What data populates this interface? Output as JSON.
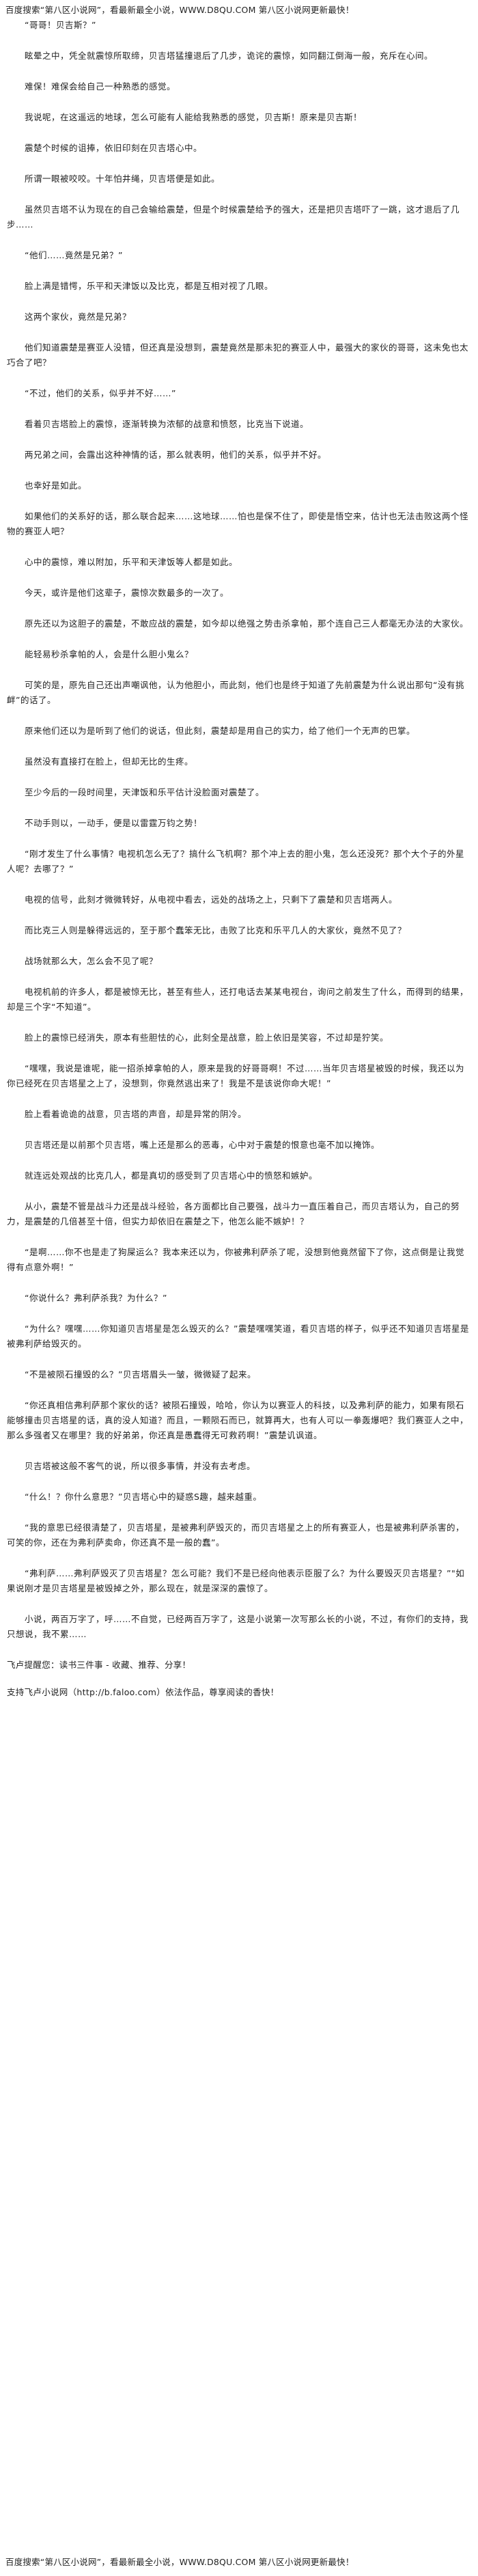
{
  "header_banner": "百度搜索“第八区小说网”，看最新最全小说，WWW.D8QU.COM 第八区小说网更新最快！",
  "paragraphs": [
    "“哥哥！贝吉斯？”",
    "眩晕之中，凭全就震惊所取缔，贝吉塔猛撞退后了几步，诡诧的震惊，如同翻江倒海一般，充斥在心间。",
    "难保！难保会给自己一种熟悉的感觉。",
    "我说呢，在这遥远的地球，怎么可能有人能给我熟悉的感觉，贝吉斯！原来是贝吉斯！",
    "震楚个时候的诅捧，依旧印刻在贝吉塔心中。",
    "所谓一眼被咬咬。十年怕井绳，贝吉塔便是如此。",
    "虽然贝吉塔不认为现在的自己会输给震楚，但是个时候震楚给予的强大，还是把贝吉塔吓了一跳，这才退后了几步……",
    "“他们……竟然是兄弟？”",
    "脸上满是错愕，乐平和天津饭以及比克，都是互相对视了几眼。",
    "这两个家伙，竟然是兄弟？",
    "他们知道震楚是赛亚人没错，但还真是没想到，震楚竟然是那未犯的赛亚人中，最强大的家伙的哥哥，这未免也太巧合了吧？",
    "“不过，他们的关系，似乎并不好……”",
    "看着贝吉塔脸上的震惊，逐渐转换为浓郁的战意和愤怒，比克当下说道。",
    "两兄弟之间，会露出这种神情的话，那么就表明，他们的关系，似乎并不好。",
    "也幸好是如此。",
    "如果他们的关系好的话，那么联合起来……这地球……怕也是保不住了，即使是悟空来，估计也无法击败这两个怪物的赛亚人吧？",
    "心中的震惊，难以附加，乐平和天津饭等人都是如此。",
    "今天，或许是他们这辈子，震惊次数最多的一次了。",
    "原先还以为这胆子的震楚，不敢应战的震楚，如今却以绝强之势击杀拿帕，那个连自己三人都毫无办法的大家伙。",
    "能轻易秒杀拿帕的人，会是什么胆小鬼么？",
    "可笑的是，原先自己还出声嘲讽他，认为他胆小，而此刻，他们也是终于知道了先前震楚为什么说出那句“没有挑衅”的话了。",
    "原来他们还以为是听到了他们的说话，但此刻，震楚却是用自己的实力，给了他们一个无声的巴掌。",
    "虽然没有直接打在脸上，但却无比的生疼。",
    "至少今后的一段时间里，天津饭和乐平估计没脸面对震楚了。",
    "不动手则以，一动手，便是以雷霆万钧之势！",
    "“刚才发生了什么事情？电视机怎么无了？搞什么飞机啊？那个冲上去的胆小鬼，怎么还没死？那个大个子的外星人呢？去哪了？”",
    "电视的信号，此刻才微微转好，从电视中看去，远处的战场之上，只剩下了震楚和贝吉塔两人。",
    "而比克三人则是躲得远远的，至于那个蠢笨无比，击败了比克和乐平几人的大家伙，竟然不见了？",
    "战场就那么大，怎么会不见了呢？",
    "电视机前的许多人，都是被惊无比，甚至有些人，还打电话去某某电视台，询问之前发生了什么，而得到的结果，却是三个字“不知道”。",
    "脸上的震惊已经消失，原本有些胆怯的心，此刻全是战意，脸上依旧是笑容，不过却是狞笑。",
    "“嘿嘿，我说是谁呢，能一招杀掉拿帕的人，原来是我的好哥哥啊！不过……当年贝吉塔星被毁的时候，我还以为你已经死在贝吉塔星之上了，没想到，你竟然逃出来了！我是不是该说你命大呢！”",
    "脸上看着诡诡的战意，贝吉塔的声音，却是异常的阴冷。",
    "贝吉塔还是以前那个贝吉塔，嘴上还是那么的恶毒，心中对于震楚的恨意也毫不加以掩饰。",
    "就连远处观战的比克几人，都是真切的感受到了贝吉塔心中的愤怒和嫉妒。",
    "从小，震楚不管是战斗力还是战斗经验，各方面都比自己要强，战斗力一直压着自己，而贝吉塔认为，自己的努力，是震楚的几倍甚至十倍，但实力却依旧在震楚之下，他怎么能不嫉妒！？",
    "“是啊……你不也是走了狗屎运么？我本来还以为，你被弗利萨杀了呢，没想到他竟然留下了你，这点倒是让我觉得有点意外啊！”",
    "“你说什么？弗利萨杀我？为什么？”",
    "“为什么？嘿嘿……你知道贝吉塔星是怎么毁灭的么？”震楚嘿嘿笑道，看贝吉塔的样子，似乎还不知道贝吉塔星是被弗利萨给毁灭的。",
    "“不是被陨石撞毁的么？”贝吉塔眉头一皱，微微疑了起来。",
    "“你还真相信弗利萨那个家伙的话？被陨石撞毁，哈哈，你认为以赛亚人的科技，以及弗利萨的能力，如果有陨石能够撞击贝吉塔星的话，真的没人知道？而且，一颗陨石而已，就算再大，也有人可以一拳轰爆吧？我们赛亚人之中，那么多强者又在哪里？我的好弟弟，你还真是愚蠢得无可救药啊！”震楚讥讽道。",
    "贝吉塔被这般不客气的说，所以很多事情，并没有去考虑。",
    "“什么！？你什么意思？”贝吉塔心中的疑惑S趣，越来越重。",
    "“我的意思已经很清楚了，贝吉塔星，是被弗利萨毁灭的，而贝吉塔星之上的所有赛亚人，也是被弗利萨杀害的，可笑的你，还在为弗利萨卖命，你还真不是一般的蠢”。",
    "“弗利萨……弗利萨毁灭了贝吉塔星？怎么可能？我们不是已经向他表示臣服了么？为什么要毁灭贝吉塔星？”\"如果说刚才是贝吉塔星是被毁掉之外，那么现在，就是深深的震惊了。",
    "小说，两百万字了，呼……不自觉，已经两百万字了，这是小说第一次写那么长的小说，不过，有你们的支持，我只想说，我不累……"
  ],
  "footer_reminder": "飞卢提醒您：读书三件事 - 收藏、推荐、分享！",
  "footer_support": "支持飞卢小说网（http://b.faloo.com）依法作品，尊享阅读的香快！",
  "footer_banner": "百度搜索“第八区小说网”，看最新最全小说，WWW.D8QU.COM 第八区小说网更新最快！"
}
